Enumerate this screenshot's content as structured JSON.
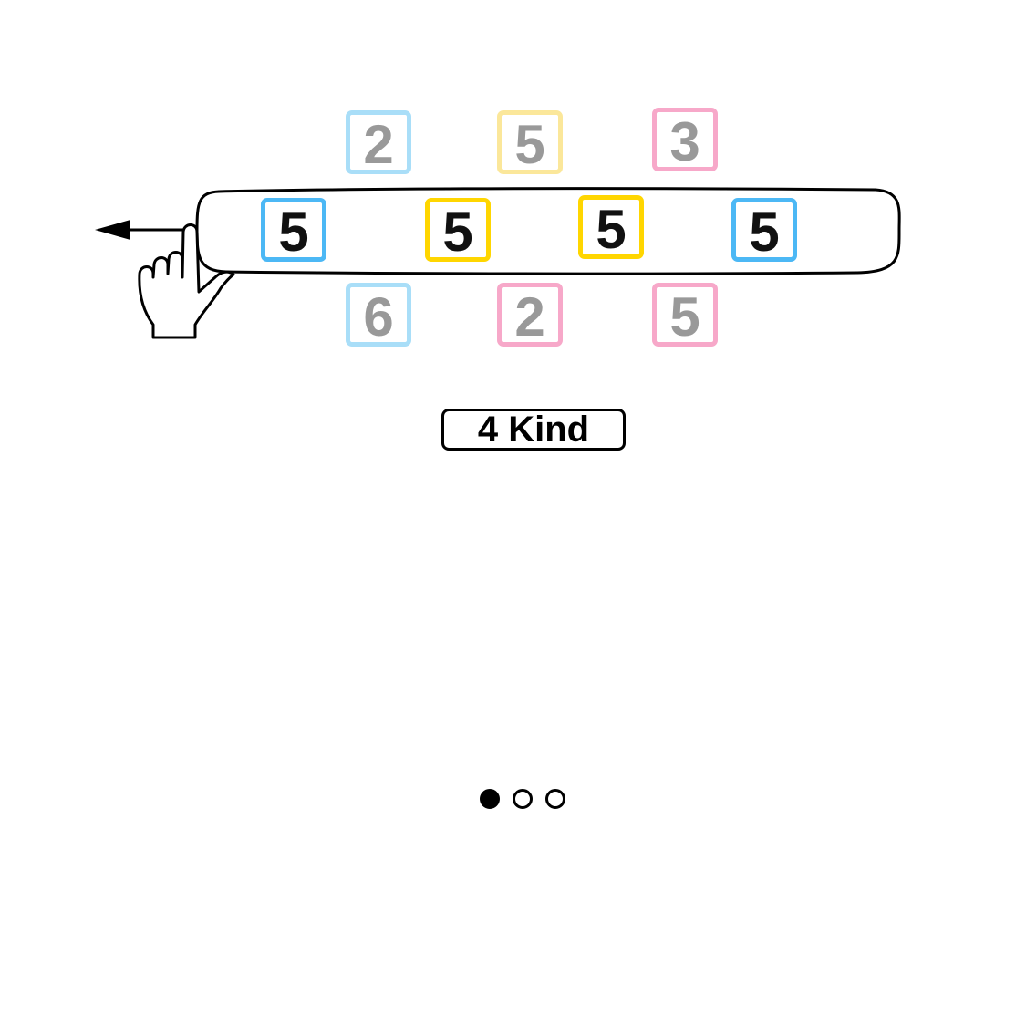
{
  "colors": {
    "blue": "#4cb8f5",
    "yellow": "#ffd600",
    "pink": "#f58fb7",
    "light_blue": "#a9def8",
    "light_yellow": "#fbe79a",
    "light_pink": "#f7a8c9"
  },
  "top_row": [
    {
      "value": "2",
      "color": "light_blue"
    },
    {
      "value": "5",
      "color": "light_yellow"
    },
    {
      "value": "3",
      "color": "light_pink"
    }
  ],
  "middle_row": [
    {
      "value": "5",
      "color": "blue"
    },
    {
      "value": "5",
      "color": "yellow"
    },
    {
      "value": "5",
      "color": "yellow"
    },
    {
      "value": "5",
      "color": "blue"
    }
  ],
  "bottom_row": [
    {
      "value": "6",
      "color": "light_blue"
    },
    {
      "value": "2",
      "color": "light_pink"
    },
    {
      "value": "5",
      "color": "light_pink"
    }
  ],
  "kind_label": "4 Kind",
  "gesture": {
    "icon": "swipe-left-hand-icon",
    "direction": "left"
  },
  "pager": {
    "current_page": 1,
    "total_pages": 3
  }
}
